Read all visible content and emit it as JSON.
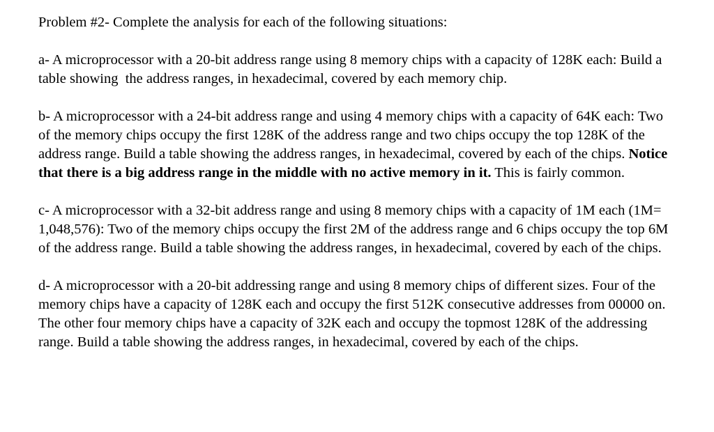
{
  "document": {
    "colors": {
      "background": "#ffffff",
      "text": "#000000"
    },
    "title": "Problem #2- Complete the analysis for each of the following situations:",
    "problems": {
      "a": {
        "text": "a- A microprocessor with a 20-bit address range using 8 memory chips with a capacity of 128K each: Build a table showing  the address ranges, in hexadecimal, covered by each memory chip."
      },
      "b": {
        "lead": "b- A microprocessor with a 24-bit address range and using 4 memory chips with a capacity of 64K each: Two of the memory chips occupy the first 128K of the address range and two chips occupy the top 128K of the address range. Build a table showing the address ranges, in hexadecimal, covered by each of the chips. ",
        "bold_note": "Notice that there is a big address range in the middle with no active memory in it.",
        "tail": " This is fairly common."
      },
      "c": {
        "text": "c- A microprocessor with a 32-bit address range and using 8 memory chips with a capacity of 1M each (1M= 1,048,576): Two of the memory chips occupy the first 2M of the address range and 6 chips occupy the top 6M of the address range. Build a table showing the address ranges, in hexadecimal, covered by each of the chips."
      },
      "d": {
        "text": "d- A microprocessor with a 20-bit addressing range and using 8 memory chips of different sizes. Four of the memory chips have a capacity of 128K each and occupy the first 512K consecutive addresses from 00000 on. The other four memory chips have a capacity of 32K each and occupy the topmost 128K of the addressing range. Build a table showing the address ranges, in hexadecimal, covered by each of the chips."
      }
    }
  }
}
